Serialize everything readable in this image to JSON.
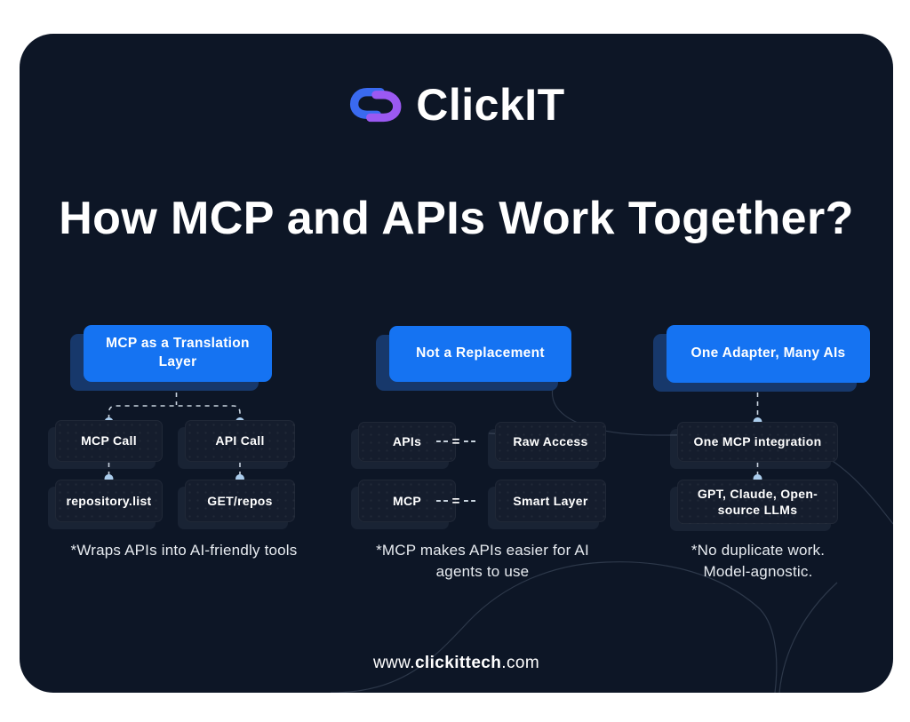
{
  "theme": {
    "accent_blue": "#1573f2",
    "header_shadow_blue": "#17386b",
    "card_bg": "#0d1626",
    "box_bg": "#151d2d",
    "logo_blue": "#3a6af0",
    "logo_purple": "#9b59f2",
    "connector": "#c8d3de",
    "dot": "#aaccec",
    "footnote_text": "#e7ebf0"
  },
  "logo": {
    "brand": "ClickIT"
  },
  "title": "How MCP and APIs Work Together?",
  "columns": [
    {
      "header": "MCP as a Translation Layer",
      "boxes": [
        "MCP Call",
        "API Call",
        "repository.list",
        "GET/repos"
      ],
      "footnote_line1": "*Wraps APIs into AI-friendly tools",
      "footnote_line2": ""
    },
    {
      "header": "Not a Replacement",
      "rows": [
        {
          "left": "APIs",
          "op": "=",
          "right": "Raw Access"
        },
        {
          "left": "MCP",
          "op": "=",
          "right": "Smart Layer"
        }
      ],
      "footnote_line1": "*MCP makes APIs easier for AI",
      "footnote_line2": "agents to use"
    },
    {
      "header": "One Adapter, Many AIs",
      "boxes": [
        "One MCP integration",
        "GPT, Claude, Open-source LLMs"
      ],
      "footnote_line1": "*No duplicate work.",
      "footnote_line2": "Model-agnostic."
    }
  ],
  "footer": {
    "prefix": "www.",
    "bold": "clickittech",
    "suffix": ".com"
  }
}
